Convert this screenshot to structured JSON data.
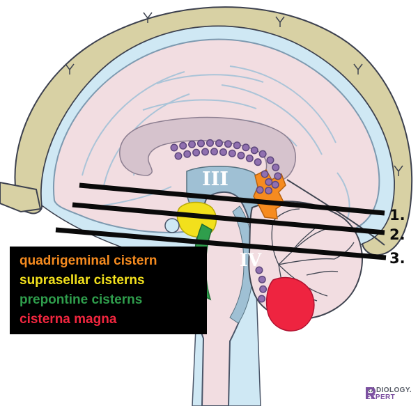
{
  "diagram": {
    "ventricle_labels": {
      "third": "III",
      "fourth": "IV"
    },
    "level_lines": [
      {
        "label": "1."
      },
      {
        "label": "2."
      },
      {
        "label": "3."
      }
    ]
  },
  "legend": {
    "background": "#000000",
    "items": [
      {
        "id": "quadrigeminal",
        "label": "quadrigeminal cistern",
        "color": "#f68b1f"
      },
      {
        "id": "suprasellar",
        "label": "suprasellar cisterns",
        "color": "#f2e01c"
      },
      {
        "id": "prepontine",
        "label": "prepontine cisterns",
        "color": "#2f9e4c"
      },
      {
        "id": "cisterna-magna",
        "label": "cisterna magna",
        "color": "#f2263f"
      }
    ]
  },
  "branding": {
    "primary": "RADIOLOGY.",
    "secondary": "EXPERT",
    "accent": "#7b4fa0"
  }
}
